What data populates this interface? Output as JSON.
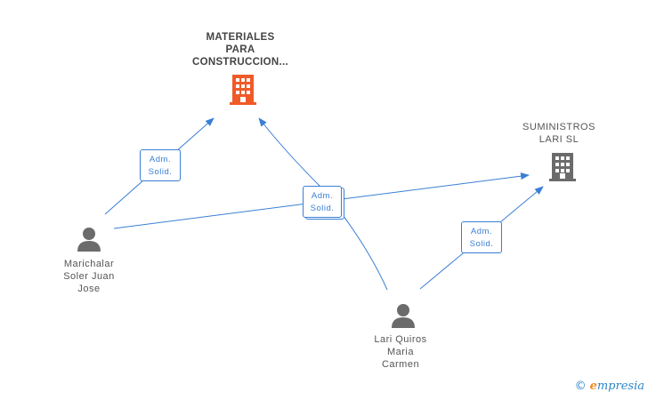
{
  "nodes": {
    "company_materiales": {
      "label": "MATERIALES\nPARA\nCONSTRUCCION...",
      "color": "#f05a28"
    },
    "company_suministros": {
      "label": "SUMINISTROS\nLARI SL",
      "color": "#6b6b6b"
    },
    "person_marichalar": {
      "label": "Marichalar\nSoler Juan\nJose"
    },
    "person_lari": {
      "label": "Lari Quiros\nMaria\nCarmen"
    }
  },
  "relations": {
    "marichalar_materiales": {
      "line1": "Adm.",
      "line2": "Solid."
    },
    "lari_materiales": {
      "line1": "Adm.",
      "line2": "Solid."
    },
    "lari_suministros": {
      "line1": "Adm.",
      "line2": "Solid."
    }
  },
  "colors": {
    "edge": "#3a7fd5",
    "person": "#6b6b6b"
  },
  "footer": {
    "copyright": "©",
    "brand_initial": "e",
    "brand_rest": "mpresia"
  }
}
